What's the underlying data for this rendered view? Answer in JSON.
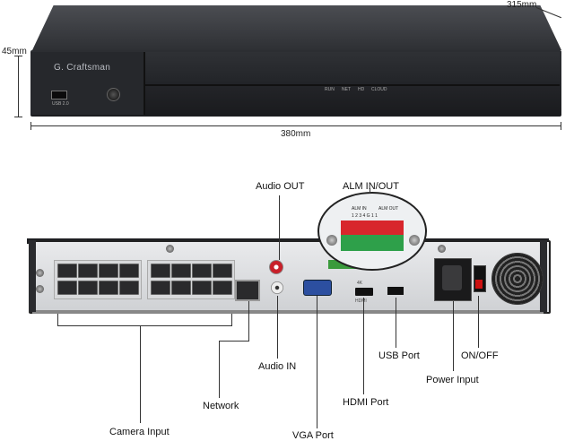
{
  "dimensions": {
    "depth": "315mm",
    "height": "45mm",
    "width": "380mm"
  },
  "front": {
    "brand": "G. Craftsman",
    "usb_label": "USB 2.0",
    "leds": [
      "RUN",
      "NET",
      "HD",
      "CLOUD"
    ]
  },
  "callouts": {
    "audio_out": "Audio OUT",
    "alm": "ALM IN/OUT",
    "camera_input": "Camera Input",
    "network": "Network",
    "audio_in": "Audio IN",
    "vga": "VGA Port",
    "hdmi": "HDMI Port",
    "usb": "USB Port",
    "power": "Power Input",
    "onoff": "ON/OFF"
  },
  "zoom": {
    "alm_in": "ALM IN",
    "alm_out": "ALM OUT",
    "pins": "1 2 3 4 G 1 1"
  },
  "rear_labels": {
    "hdmi_4k": "4K",
    "hdmi_port": "HDMI"
  }
}
